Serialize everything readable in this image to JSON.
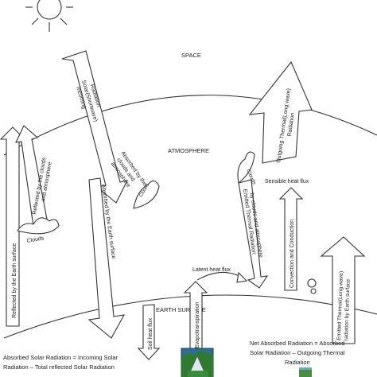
{
  "labels": {
    "space": "SPACE",
    "atmosphere": "ATMOSPHERE",
    "earth_surface": "EARTH SURFACE",
    "incoming": [
      "Incoming",
      "Solar(Shortwave)",
      "Radiation"
    ],
    "outgoing": [
      "Outgoing Thermal(Long wave)",
      "Radiation"
    ],
    "reflected_earth": "Reflected by the Earth surface",
    "reflected_clouds": [
      "Reflected by the clouds",
      "and atmosphere"
    ],
    "absorbed_clouds": [
      "Absorbed by the",
      "clouds and",
      "atmosphere"
    ],
    "clouds_small": "Clouds",
    "clouds_left": "Clouds",
    "clouds_right": "Clouds",
    "absorbed_earth": "Absorbed by the Earth surface",
    "soil_heat": "Soil heat flux",
    "evapo": "Evapotranspiration",
    "latent": "Latent heat flux",
    "sensible": "Sensible heat flux",
    "convection": "Convection and Conduction",
    "emitted_clouds": [
      "Emitted Thermal Radiation",
      "by clouds and atmosphere"
    ],
    "emitted_earth": [
      "Emitted Thermal(Long wave)",
      "radiation by Earth surface"
    ],
    "absorbed_eq": [
      "Absorbed Solar Radiation = Incoming Solar",
      "Radiation – Total reflected Solar Radiation"
    ],
    "net_eq": [
      "Net Absorbed Radiation = Absorbed",
      "Solar Radiation – Outgoing Thermal",
      "Radiation"
    ]
  },
  "icons": {
    "sun": "sun-icon",
    "tree": "tree-icon",
    "cloud": "cloud-icon"
  }
}
